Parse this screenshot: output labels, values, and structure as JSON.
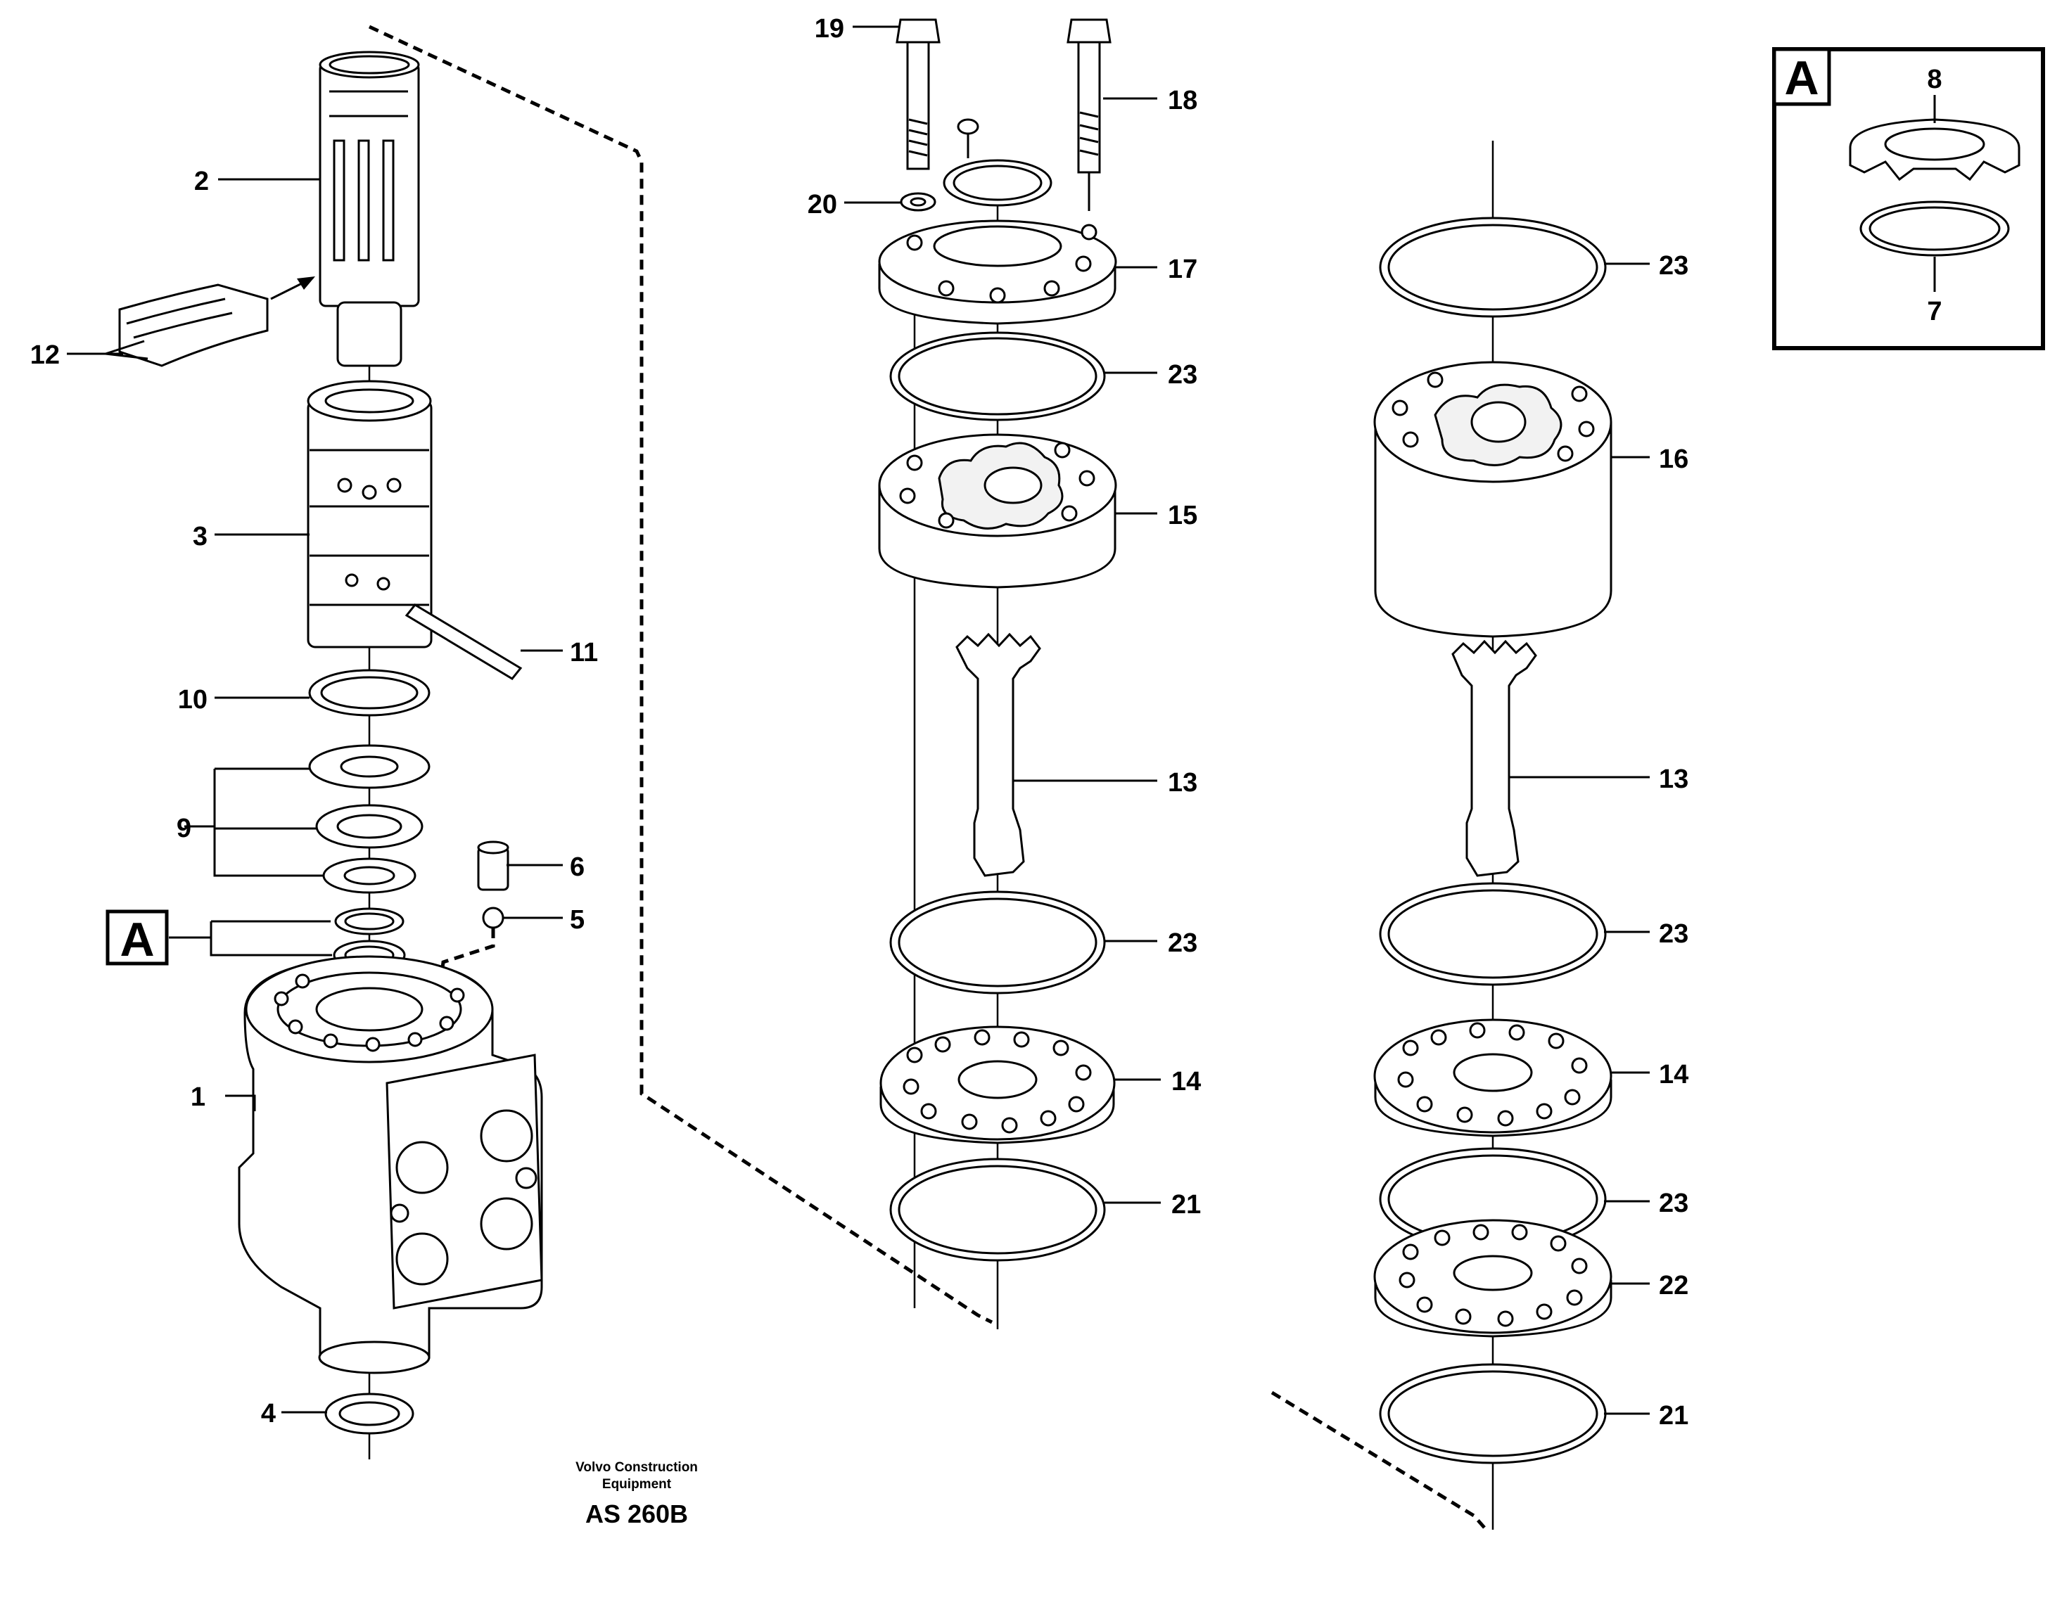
{
  "callouts": {
    "c1": "1",
    "c2": "2",
    "c3": "3",
    "c4": "4",
    "c5": "5",
    "c6": "6",
    "c7": "7",
    "c8": "8",
    "c9": "9",
    "c10": "10",
    "c11": "11",
    "c12": "12",
    "c13a": "13",
    "c13b": "13",
    "c14a": "14",
    "c14b": "14",
    "c15": "15",
    "c16": "16",
    "c17": "17",
    "c18": "18",
    "c19": "19",
    "c20": "20",
    "c21a": "21",
    "c21b": "21",
    "c22": "22",
    "c23a": "23",
    "c23b": "23",
    "c23c": "23",
    "c23d": "23",
    "c23e": "23"
  },
  "detail_marker": {
    "letter_main": "A",
    "letter_inset": "A"
  },
  "credit": {
    "line1": "Volvo Construction",
    "line2": "Equipment"
  },
  "drawing_code": "AS 260B"
}
